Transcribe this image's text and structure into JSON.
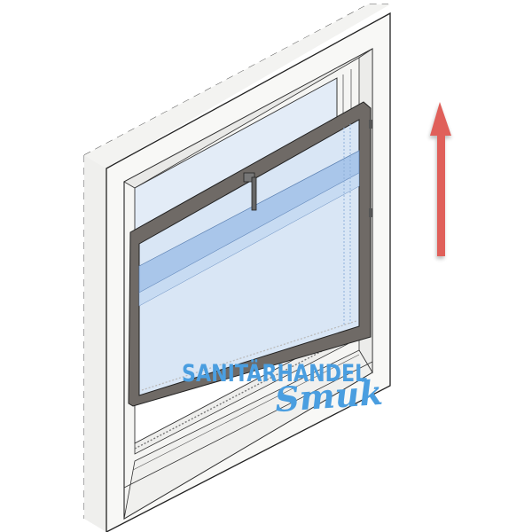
{
  "image": {
    "description": "Isometric illustration of a window frame with a tilt-open insect screen sash and red upward arrow",
    "colors": {
      "background": "#ffffff",
      "frame": "#f7f7f5",
      "frame_line": "#2a2a2a",
      "glass": "#dce8f5",
      "glass_dark": "#a9c6ea",
      "sash": "#6f6a66",
      "arrow": "#e0605a",
      "watermark": "#4a9ee0"
    }
  },
  "watermark": {
    "line1": "SANITÄRHANDEL",
    "line2": "Smuk"
  },
  "arrow": {
    "direction": "up"
  }
}
